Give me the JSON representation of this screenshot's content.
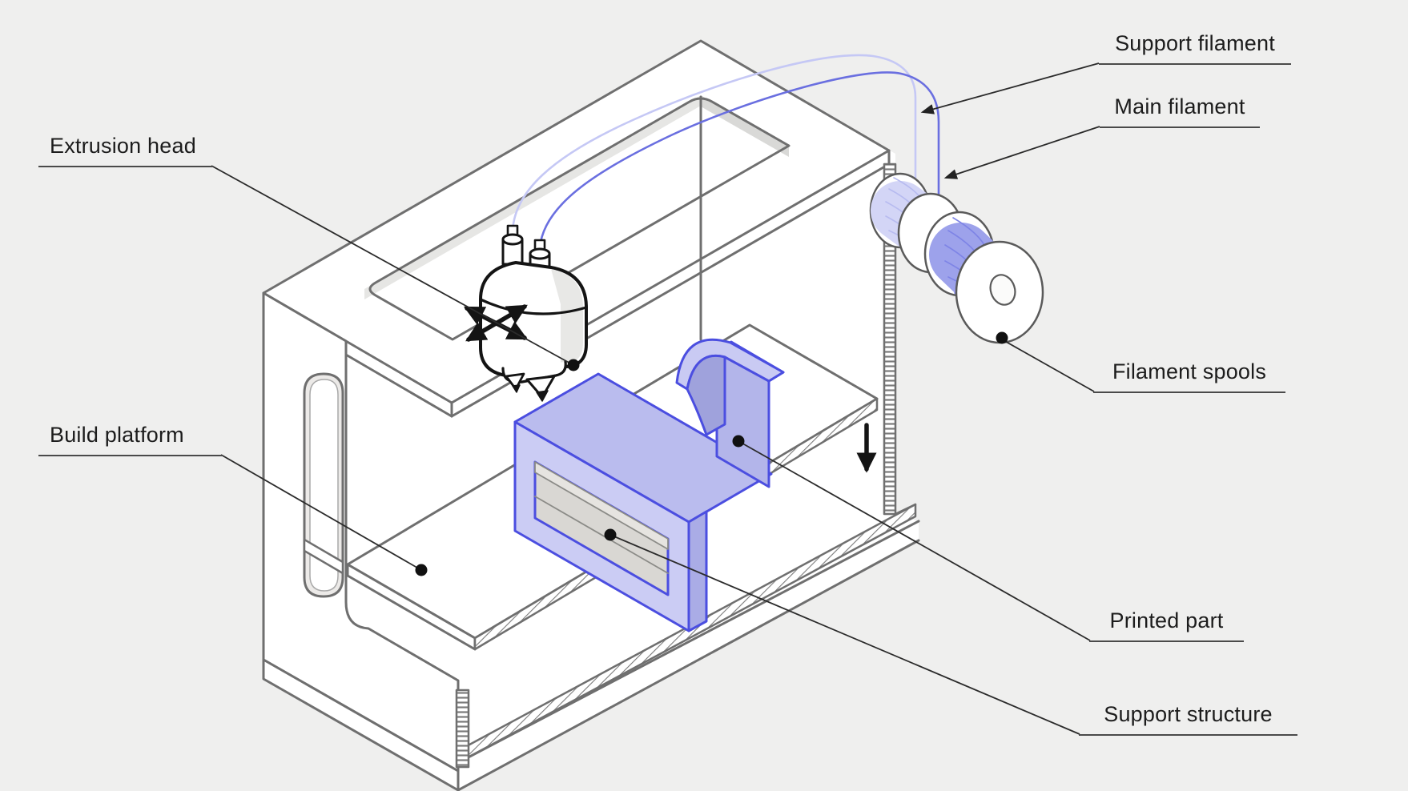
{
  "diagram": {
    "subject": "FDM 3D printer cutaway diagram",
    "labels": {
      "extrusion_head": "Extrusion head",
      "build_platform": "Build platform",
      "support_filament": "Support filament",
      "main_filament": "Main filament",
      "filament_spools": "Filament spools",
      "printed_part": "Printed part",
      "support_structure": "Support structure"
    },
    "icons": [
      "xy-motion-cross-arrows-icon",
      "z-motion-down-arrow-icon",
      "leader-dot-icon",
      "leader-arrowhead-icon"
    ],
    "colors": {
      "background": "#efefee",
      "frame_line": "#6f6f6f",
      "printed_part_fill": "#c5c6f2",
      "printed_part_stroke": "#4b4ee0",
      "support_structure_fill": "#d9d7d3",
      "main_filament": "#6a6fe0",
      "support_filament": "#c5c8f5",
      "label_text": "#1c1c1c",
      "leader_line": "#2b2b2b"
    }
  }
}
